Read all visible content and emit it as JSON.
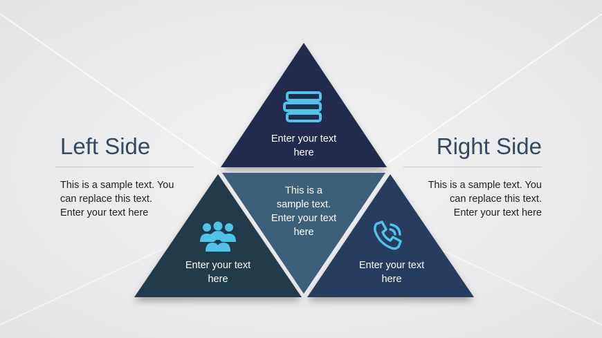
{
  "left_side": {
    "title": "Left Side",
    "text": "This is a sample text. You\ncan replace this text.\nEnter your text here"
  },
  "right_side": {
    "title": "Right Side",
    "text": "This is a sample text. You\ncan replace this text.\nEnter your text here"
  },
  "pyramid": {
    "top": {
      "label": "Enter your text\nhere",
      "icon": "books-icon",
      "color": "#232b4d"
    },
    "center": {
      "label": "This is a\nsample text.\nEnter your text\nhere",
      "color": "#3c5f7a"
    },
    "bottom_left": {
      "label": "Enter your text\nhere",
      "icon": "people-group-icon",
      "color": "#203b4c"
    },
    "bottom_right": {
      "label": "Enter your text\nhere",
      "icon": "phone-icon",
      "color": "#283e60"
    }
  },
  "colors": {
    "icon_accent": "#4fc3e8",
    "heading": "#34495e"
  }
}
